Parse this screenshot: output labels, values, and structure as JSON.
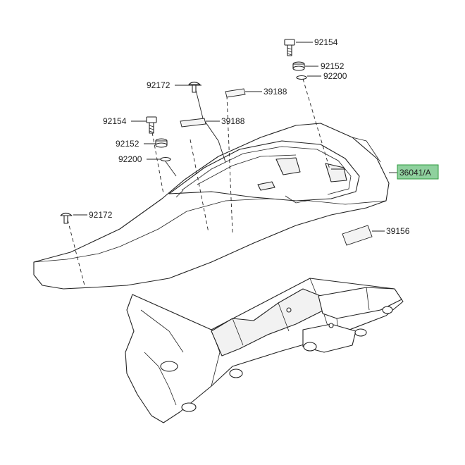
{
  "callouts": [
    {
      "id": "bolt-top",
      "text": "92154"
    },
    {
      "id": "collar-top",
      "text": "92152"
    },
    {
      "id": "washer-top",
      "text": "92200"
    },
    {
      "id": "screw-upper",
      "text": "92172"
    },
    {
      "id": "label-upper",
      "text": "39188"
    },
    {
      "id": "label-middle",
      "text": "39188"
    },
    {
      "id": "bolt-left",
      "text": "92154"
    },
    {
      "id": "collar-left",
      "text": "92152"
    },
    {
      "id": "washer-left",
      "text": "92200"
    },
    {
      "id": "main-cover",
      "text": "36041/A"
    },
    {
      "id": "screw-lower",
      "text": "92172"
    },
    {
      "id": "label-lower",
      "text": "39156"
    }
  ],
  "colors": {
    "highlight": "#8fd19e",
    "lines": "#222222",
    "background": "#ffffff"
  }
}
